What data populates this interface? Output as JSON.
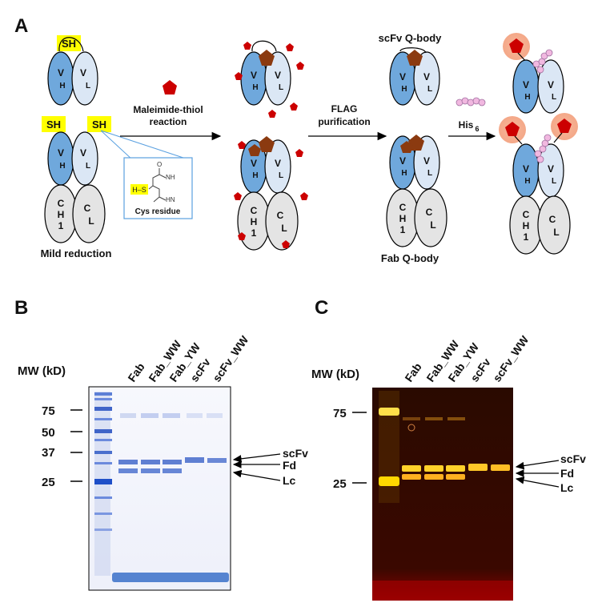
{
  "panel_a": {
    "letter": "A",
    "sh_label": "SH",
    "vh_top": "V",
    "vh_sub": "H",
    "vl_top": "V",
    "vl_sub": "L",
    "ch1_line1": "C",
    "ch1_line2": "H",
    "ch1_line3": "1",
    "cl_top": "C",
    "cl_sub": "L",
    "mild_reduction": "Mild reduction",
    "maleimide_line1": "Maleimide-thiol",
    "maleimide_line2": "reaction",
    "cys_residue": "Cys residue",
    "hs_label": "H–S",
    "o_label": "O",
    "nh_label": "NH",
    "hn_label": "HN",
    "flag_line1": "FLAG",
    "flag_line2": "purification",
    "scfv_qbody": "scFv Q-body",
    "fab_qbody": "Fab Q-body",
    "his6": "His",
    "his6_sub": "6",
    "colors": {
      "vh": "#6fa8dc",
      "vl": "#dbe7f5",
      "const": "#e4e4e4",
      "sh": "#ffff00",
      "dye": "#cc0000",
      "quench": "#8b3a10",
      "peptide": "#f1b8e0"
    }
  },
  "panel_b": {
    "letter": "B",
    "mw_label": "MW (kD)",
    "lanes": [
      "Fab",
      "Fab_WW",
      "Fab_YW",
      "scFv",
      "scFv_WW"
    ],
    "markers": [
      "75",
      "50",
      "37",
      "25"
    ],
    "bands": [
      "scFv",
      "Fd",
      "Lc"
    ]
  },
  "panel_c": {
    "letter": "C",
    "mw_label": "MW (kD)",
    "lanes": [
      "Fab",
      "Fab_WW",
      "Fab_YW",
      "scFv",
      "scFv_WW"
    ],
    "markers": [
      "75",
      "25"
    ],
    "bands": [
      "scFv",
      "Fd",
      "Lc"
    ]
  }
}
